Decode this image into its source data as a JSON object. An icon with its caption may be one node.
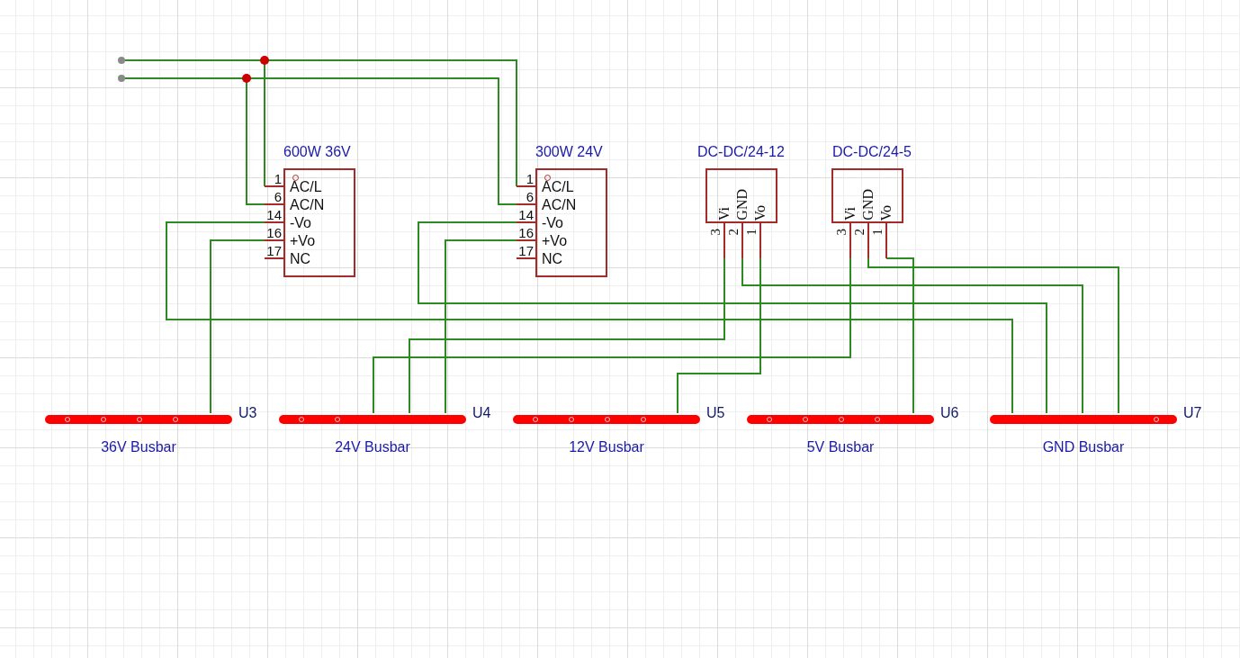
{
  "diagram": {
    "nodes": [
      {
        "text": [],
        "shape": "circle"
      },
      {
        "text": [],
        "shape": "circle"
      },
      {
        "text": [
          "600W 36V",
          "AC/L",
          "AC/N",
          "-Vo",
          "+Vo",
          "NC"
        ],
        "beside": [
          "1",
          "6",
          "14",
          "16",
          "17"
        ]
      },
      {
        "text": [
          "300W 24V",
          "AC/L",
          "AC/N",
          "-Vo",
          "+Vo",
          "NC"
        ],
        "beside": [
          "1",
          "6",
          "14",
          "16",
          "17"
        ]
      },
      {
        "text": [
          "DC-DC/24-12",
          "Vi",
          "GND",
          "Vo",
          "3",
          "2",
          "1"
        ]
      },
      {
        "text": [
          "DC-DC/24-5",
          "Vi",
          "GND",
          "Vo",
          "3",
          "2",
          "1"
        ]
      },
      {
        "text": [
          "U3",
          "36V Busbar"
        ]
      },
      {
        "text": [
          "U4",
          "24V Busbar"
        ]
      },
      {
        "text": [
          "U5",
          "12V Busbar"
        ]
      },
      {
        "text": [
          "U6",
          "5V Busbar"
        ]
      },
      {
        "text": [
          "U7",
          "GND Busbar"
        ]
      }
    ],
    "edges": [
      {
        "from": 0,
        "to": 2,
        "arrow": "none"
      },
      {
        "from": 0,
        "to": 3,
        "arrow": "none"
      },
      {
        "from": 1,
        "to": 2,
        "arrow": "none"
      },
      {
        "from": 1,
        "to": 3,
        "arrow": "none"
      },
      {
        "from": 2,
        "to": 10,
        "arrow": "none"
      },
      {
        "from": 2,
        "to": 6,
        "arrow": "none"
      },
      {
        "from": 3,
        "to": 10,
        "arrow": "none"
      },
      {
        "from": 3,
        "to": 7,
        "arrow": "none"
      },
      {
        "from": 4,
        "to": 7,
        "arrow": "none"
      },
      {
        "from": 4,
        "to": 10,
        "arrow": "none"
      },
      {
        "from": 4,
        "to": 8,
        "arrow": "none"
      },
      {
        "from": 5,
        "to": 7,
        "arrow": "none"
      },
      {
        "from": 5,
        "to": 10,
        "arrow": "none"
      },
      {
        "from": 5,
        "to": 9,
        "arrow": "none"
      }
    ]
  }
}
